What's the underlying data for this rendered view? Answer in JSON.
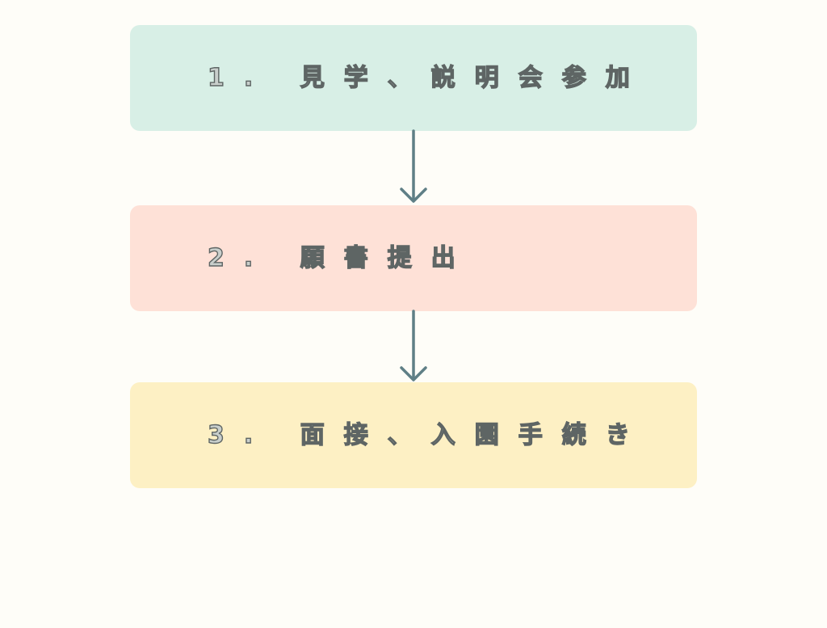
{
  "colors": {
    "background": "#FEFDF8",
    "arrow": "#5F7F86",
    "text_stroke": "#5E6564"
  },
  "steps": [
    {
      "label": "1. 見学、説明会参加",
      "color": "#D8EFE6"
    },
    {
      "label": "2.  願書提出",
      "color": "#FEE1D7"
    },
    {
      "label": "3.  面接、入園手続き",
      "color": "#FDF0C4"
    }
  ]
}
